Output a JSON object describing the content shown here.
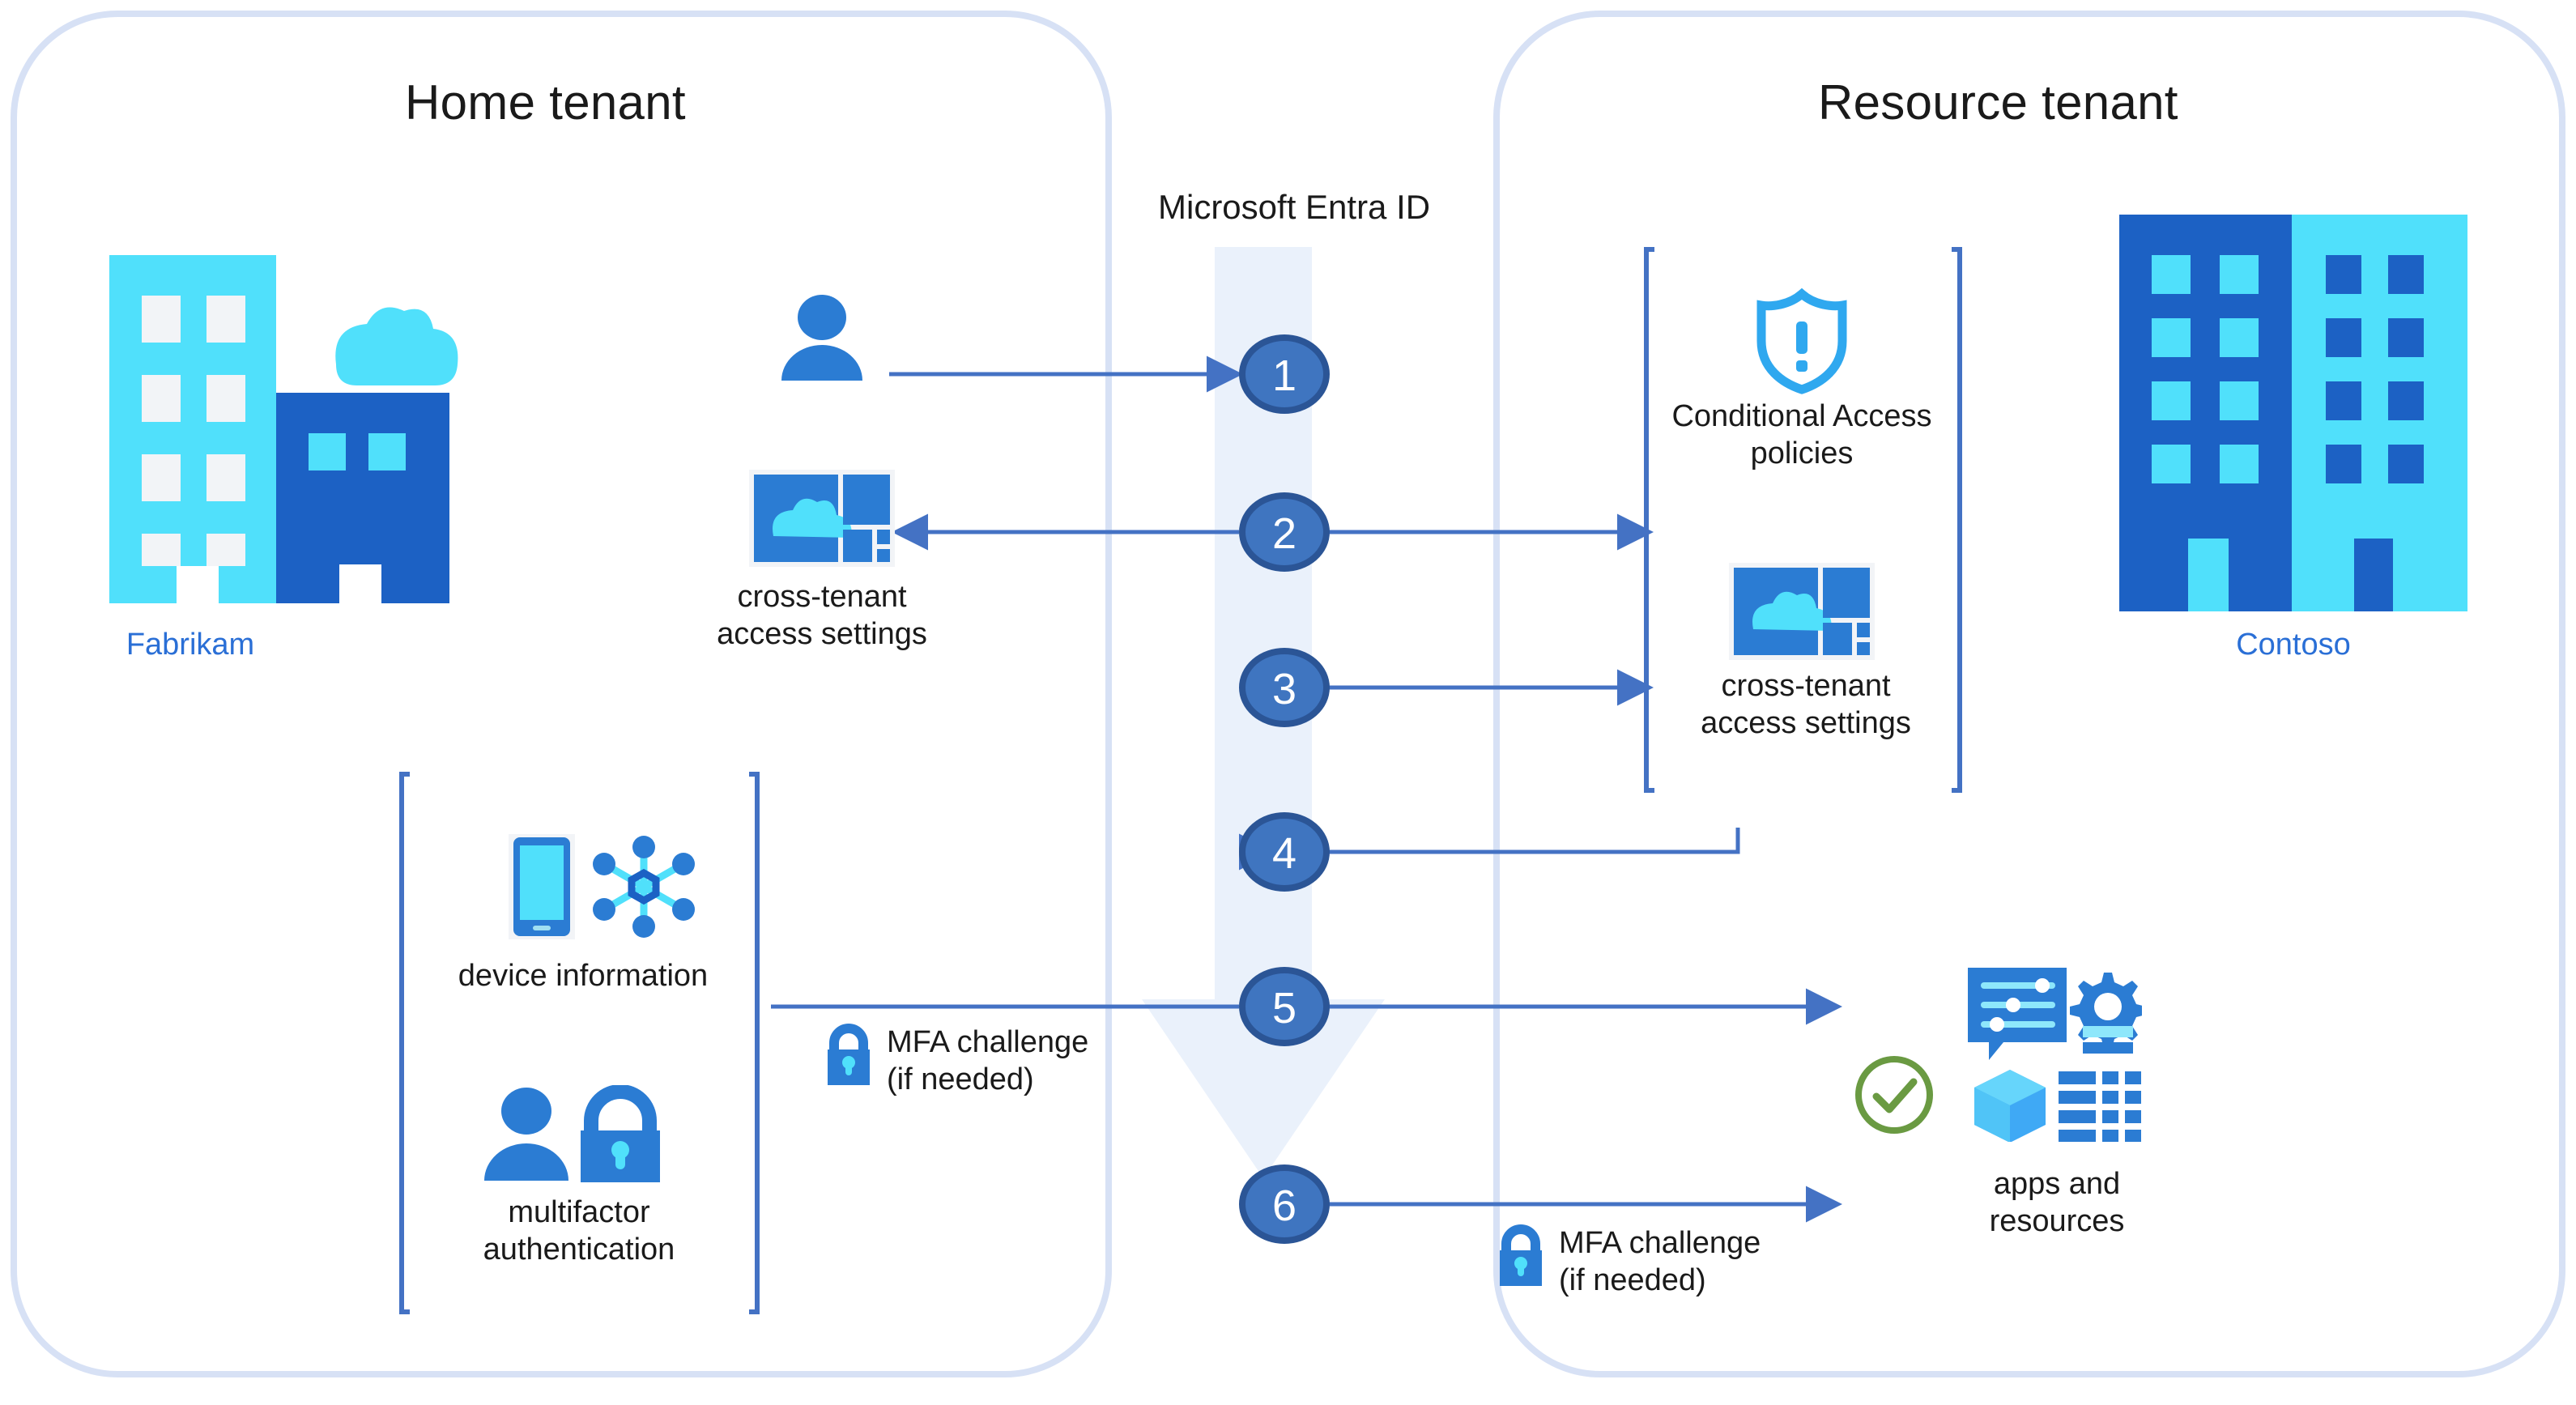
{
  "diagram": {
    "title_left": "Home tenant",
    "title_right": "Resource tenant",
    "center_label": "Microsoft Entra ID",
    "colors": {
      "panel_border": "#d7e1f5",
      "flow_arrow_fill": "#eaf1fb",
      "step_circle_fill": "#3f75c0",
      "step_circle_stroke": "#2b5596",
      "connector": "#4472c4",
      "bracket": "#4472c4",
      "corp_label": "#2a6fd6",
      "icon_blue": "#2681d6",
      "icon_cyan": "#50e0fb",
      "icon_dark_blue": "#1c61c4",
      "check_green": "#6a9a42"
    }
  },
  "left_panel": {
    "company": "Fabrikam",
    "cross_tenant": "cross-tenant\naccess settings",
    "device_information": "device information",
    "multifactor_authentication": "multifactor\nauthentication",
    "mfa_challenge": "MFA challenge\n(if needed)"
  },
  "right_panel": {
    "company": "Contoso",
    "conditional_access": "Conditional Access\npolicies",
    "cross_tenant": "cross-tenant\naccess settings",
    "apps_and_resources": "apps and\nresources",
    "mfa_challenge": "MFA challenge\n(if needed)"
  },
  "steps": [
    {
      "n": "1"
    },
    {
      "n": "2"
    },
    {
      "n": "3"
    },
    {
      "n": "4"
    },
    {
      "n": "5"
    },
    {
      "n": "6"
    }
  ],
  "icons": {
    "fabrikam": "office-buildings-icon",
    "contoso": "office-buildings-icon",
    "user": "user-icon",
    "cross_tenant": "cross-tenant-settings-icon",
    "conditional_access": "shield-exclamation-icon",
    "device": "mobile-device-icon",
    "device_network": "network-hub-icon",
    "mfa_user": "user-icon",
    "mfa_lock": "padlock-icon",
    "apps": "app-settings-icon",
    "gear": "gear-icon",
    "cube": "cube-icon",
    "grid": "data-grid-icon",
    "check": "check-circle-icon"
  }
}
